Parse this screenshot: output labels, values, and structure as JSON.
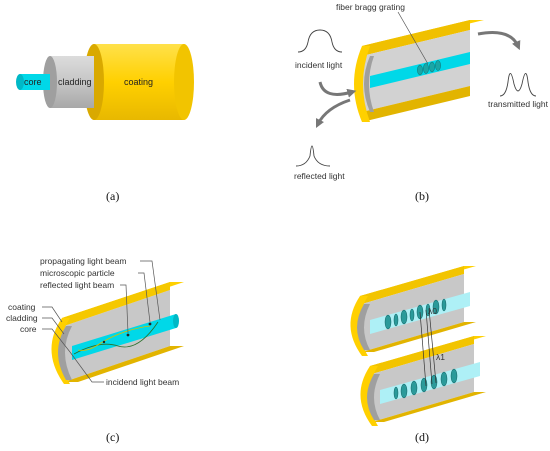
{
  "panels": {
    "a": {
      "caption": "(a)",
      "labels": {
        "core": "core",
        "cladding": "cladding",
        "coating": "coating"
      }
    },
    "b": {
      "caption": "(b)",
      "labels": {
        "grating": "fiber bragg grating",
        "incident": "incident light",
        "transmitted": "transmitted light",
        "reflected": "reflected light"
      }
    },
    "c": {
      "caption": "(c)",
      "labels": {
        "propagating": "propagating light beam",
        "particle": "microscopic particle",
        "reflected": "reflected light beam",
        "coating": "coating",
        "cladding": "cladding",
        "core": "core",
        "incident": "incidend light beam"
      }
    },
    "d": {
      "caption": "(d)",
      "labels": {
        "lambda0": "λ0",
        "lambda1": "λ1"
      }
    }
  },
  "colors": {
    "coating": "#ffd000",
    "cladding": "#c8c8c8",
    "core": "#00d8e8",
    "arrow": "#777777"
  }
}
